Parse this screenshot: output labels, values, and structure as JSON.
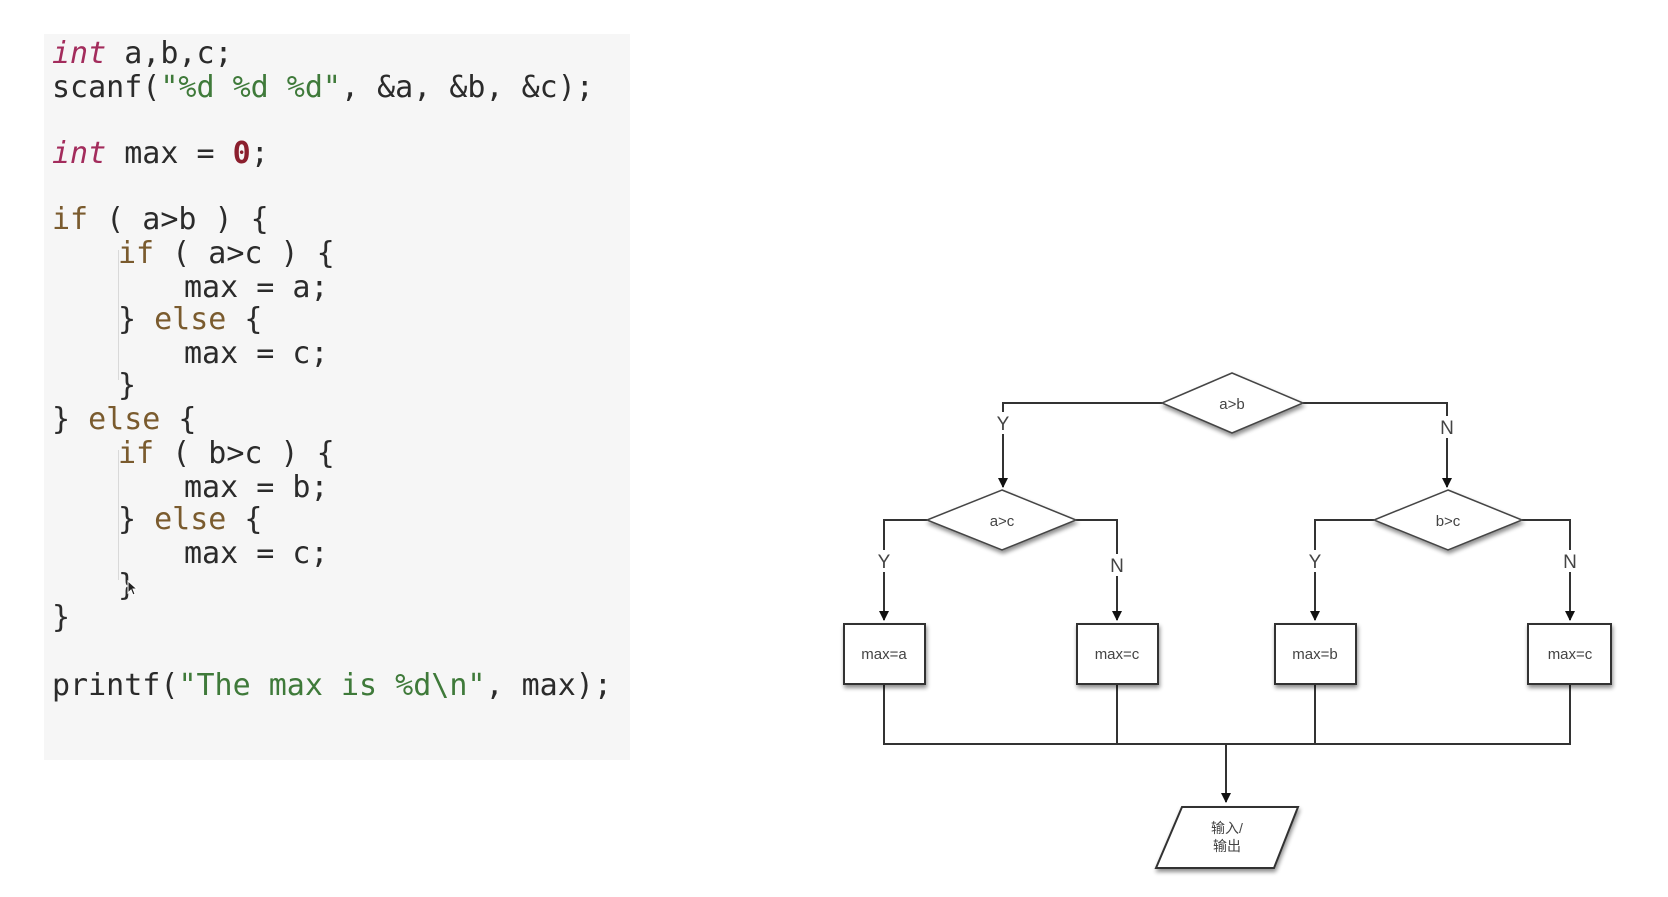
{
  "code": {
    "line1": {
      "type": "int",
      "rest": " a,b,c;"
    },
    "line2": {
      "pre": "scanf(",
      "fmt": "\"%d %d %d\"",
      "post": ", &a, &b, &c);"
    },
    "line3": {
      "type": "int",
      "rest": " max = ",
      "num": "0",
      "end": ";"
    },
    "line4": {
      "kw": "if",
      "rest": " ( a>b ) {"
    },
    "line5": {
      "kw": "if",
      "rest": " ( a>c ) {"
    },
    "line6": "max = a;",
    "line7": {
      "pre": "} ",
      "kw": "else",
      "post": " {"
    },
    "line8": "max = c;",
    "line9": "}",
    "line10": {
      "pre": "} ",
      "kw": "else",
      "post": " {"
    },
    "line11": {
      "kw": "if",
      "rest": " ( b>c ) {"
    },
    "line12": "max = b;",
    "line13": {
      "pre": "} ",
      "kw": "else",
      "post": " {"
    },
    "line14": "max = c;",
    "line15": "}",
    "line16": "}",
    "line17": {
      "pre": "printf(",
      "fmt": "\"The max is %d\\n\"",
      "post": ", max);"
    }
  },
  "flowchart": {
    "decision_root": "a>b",
    "decision_left": "a>c",
    "decision_right": "b>c",
    "label_yes": "Y",
    "label_no": "N",
    "box_1": "max=a",
    "box_2": "max=c",
    "box_3": "max=b",
    "box_4": "max=c",
    "io_line1": "输入/",
    "io_line2": "输出"
  }
}
